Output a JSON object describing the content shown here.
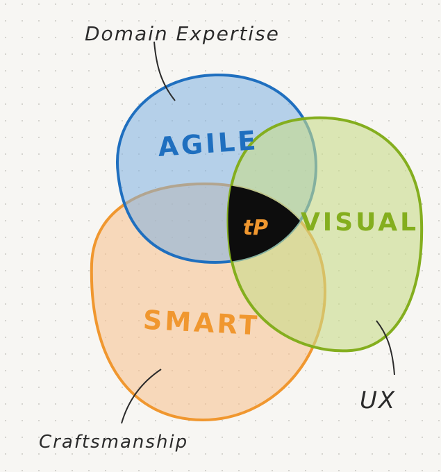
{
  "diagram": {
    "sets": {
      "agile": {
        "label": "AGILE",
        "annotation": "Domain Expertise",
        "color": "#1f6fbf",
        "fill": "#7fb1e0"
      },
      "visual": {
        "label": "VISUAL",
        "annotation": "UX",
        "color": "#84ae1e",
        "fill": "#c8dc8a"
      },
      "smart": {
        "label": "SMART",
        "annotation": "Craftsmanship",
        "color": "#f0972f",
        "fill": "#f7c08a"
      }
    },
    "center": {
      "label": "tP",
      "fill": "#0d0d0d",
      "text_color": "#f0972f"
    }
  }
}
